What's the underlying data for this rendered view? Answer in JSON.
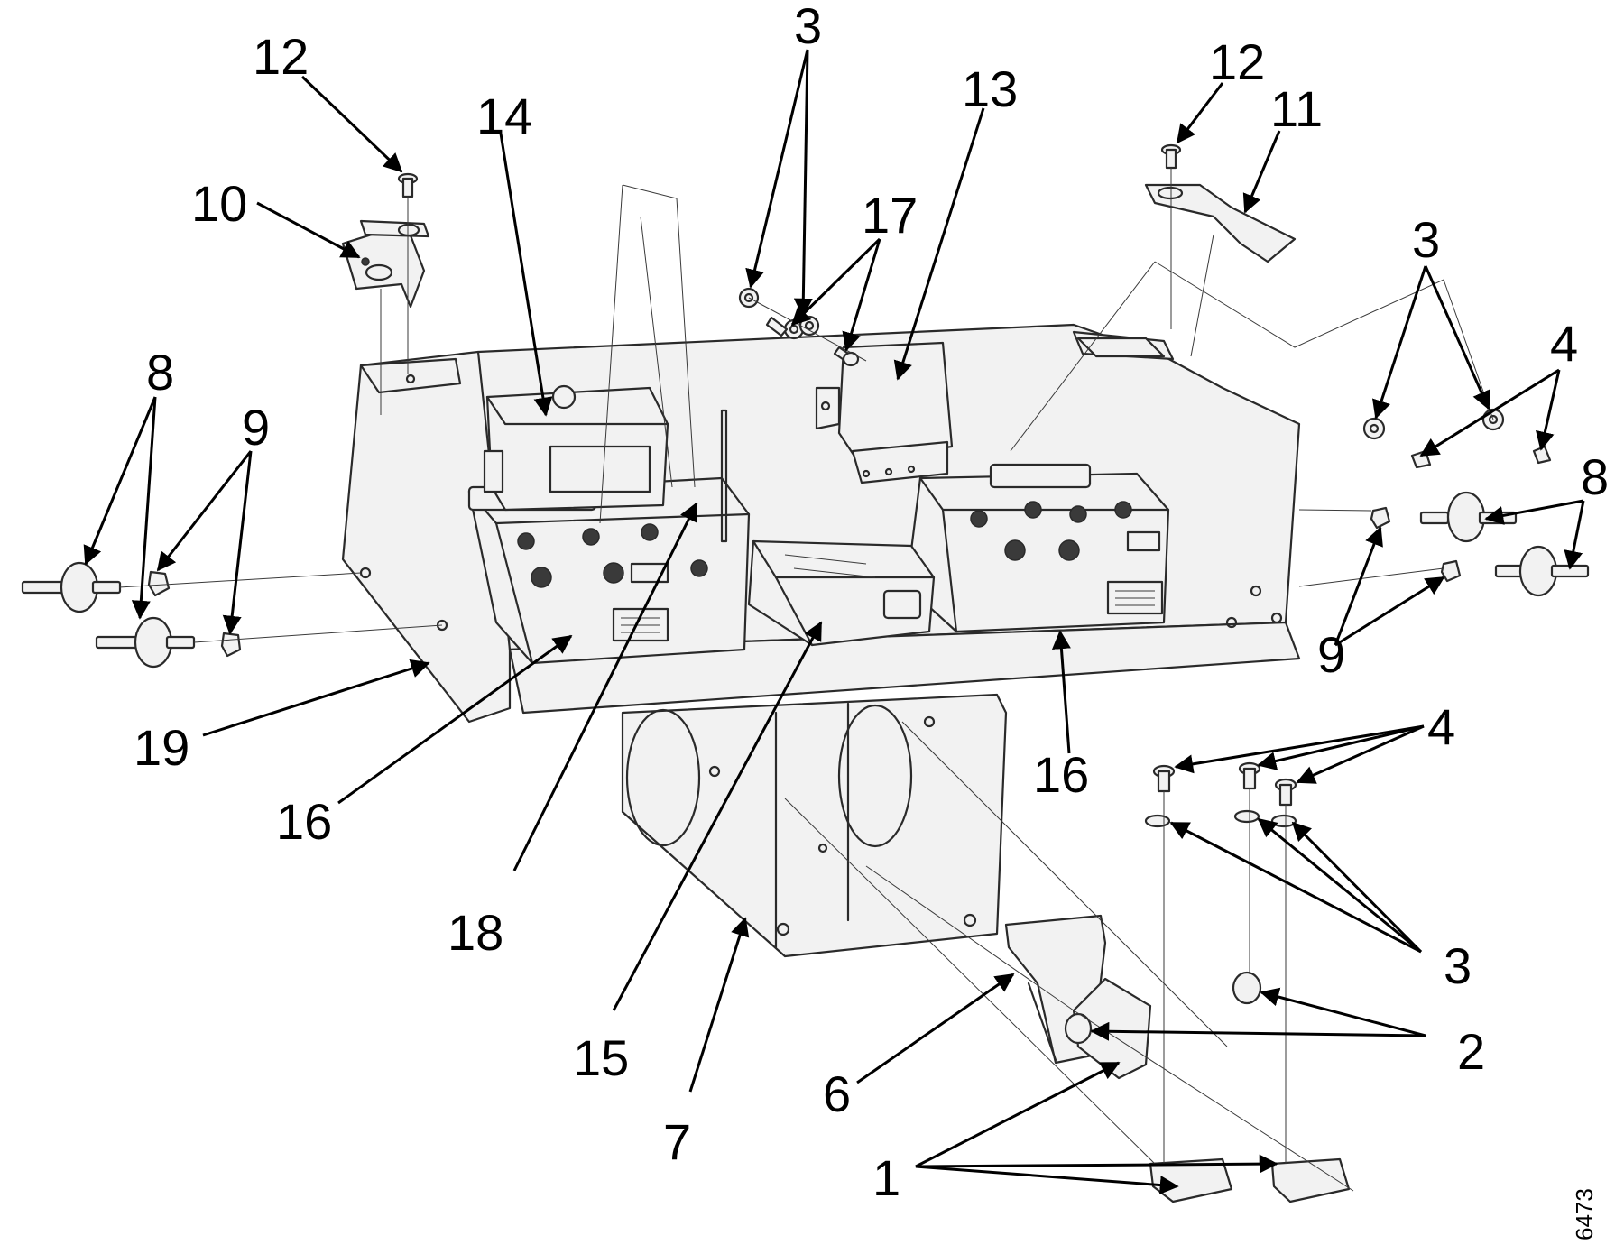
{
  "figure_number": "6473",
  "callouts": [
    {
      "id": "c12a",
      "label": "12"
    },
    {
      "id": "c14",
      "label": "14"
    },
    {
      "id": "c10",
      "label": "10"
    },
    {
      "id": "c3a",
      "label": "3"
    },
    {
      "id": "c17",
      "label": "17"
    },
    {
      "id": "c13",
      "label": "13"
    },
    {
      "id": "c12b",
      "label": "12"
    },
    {
      "id": "c11",
      "label": "11"
    },
    {
      "id": "c3b",
      "label": "3"
    },
    {
      "id": "c4a",
      "label": "4"
    },
    {
      "id": "c8a",
      "label": "8"
    },
    {
      "id": "c9a",
      "label": "9"
    },
    {
      "id": "c8b",
      "label": "8"
    },
    {
      "id": "c9b",
      "label": "9"
    },
    {
      "id": "c19",
      "label": "19"
    },
    {
      "id": "c16a",
      "label": "16"
    },
    {
      "id": "c16b",
      "label": "16"
    },
    {
      "id": "c4b",
      "label": "4"
    },
    {
      "id": "c18",
      "label": "18"
    },
    {
      "id": "c3c",
      "label": "3"
    },
    {
      "id": "c15",
      "label": "15"
    },
    {
      "id": "c2",
      "label": "2"
    },
    {
      "id": "c7",
      "label": "7"
    },
    {
      "id": "c6",
      "label": "6"
    },
    {
      "id": "c1",
      "label": "1"
    }
  ]
}
